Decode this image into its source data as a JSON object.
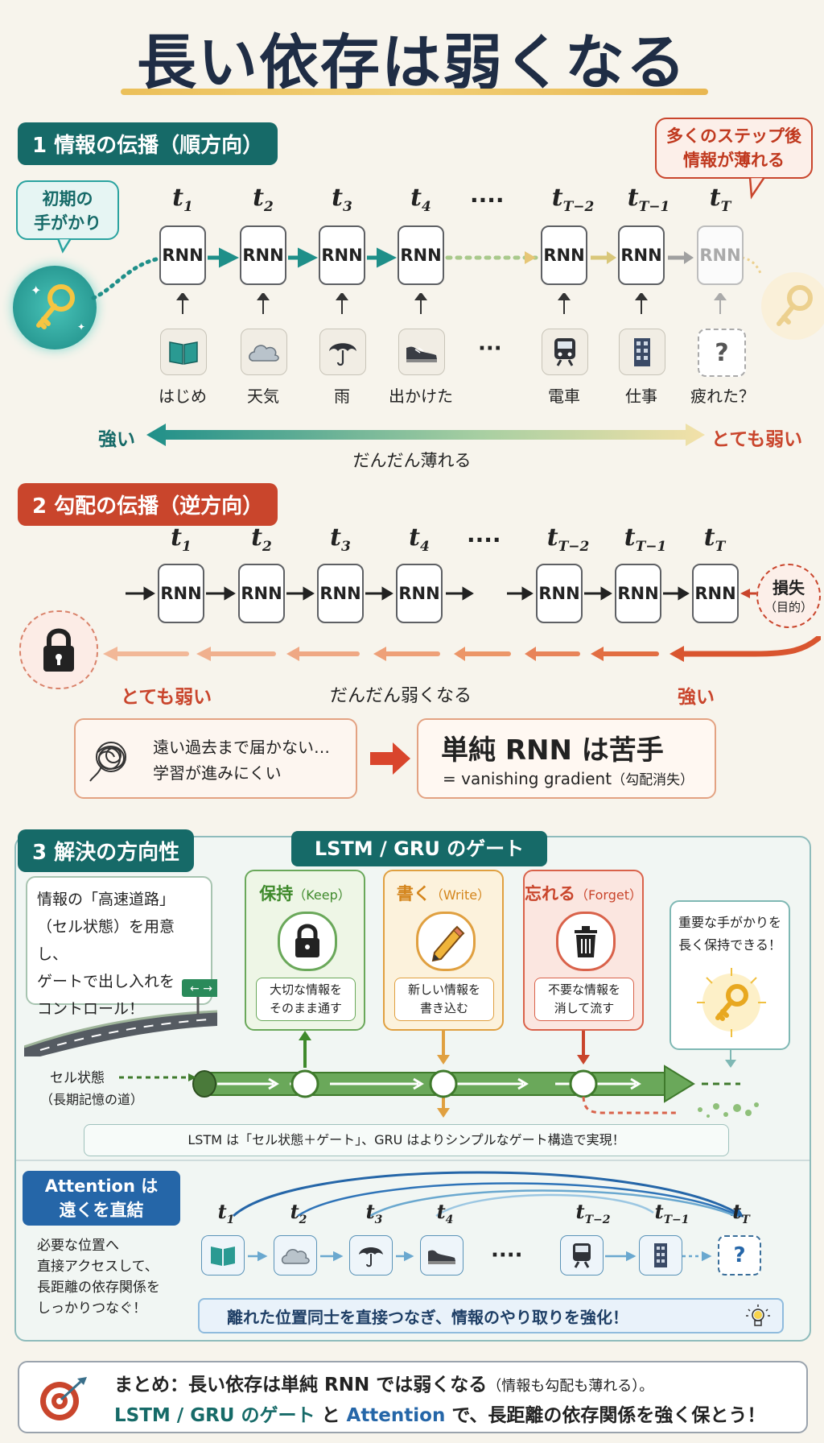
{
  "title": "長い依存は弱くなる",
  "section1": {
    "label": "1 情報の伝播（順方向）",
    "cue_bubble": [
      "初期の",
      "手がかり"
    ],
    "fade_bubble": [
      "多くのステップ後",
      "情報が薄れる"
    ],
    "times": [
      {
        "base": "t",
        "sub": "1"
      },
      {
        "base": "t",
        "sub": "2"
      },
      {
        "base": "t",
        "sub": "3"
      },
      {
        "base": "t",
        "sub": "4"
      },
      {
        "base": "t",
        "sub": "T−2"
      },
      {
        "base": "t",
        "sub": "T−1"
      },
      {
        "base": "t",
        "sub": "T"
      }
    ],
    "ellipsis": "····",
    "rnn_label": "RNN",
    "words": [
      "はじめ",
      "天気",
      "雨",
      "出かけた",
      "電車",
      "仕事",
      "疲れた？"
    ],
    "input_ellipsis": "···",
    "question_mark": "?",
    "strong": "強い",
    "weak": "とても弱い",
    "fade_caption": "だんだん薄れる"
  },
  "section2": {
    "label": "2 勾配の伝播（逆方向）",
    "times": [
      {
        "base": "t",
        "sub": "1"
      },
      {
        "base": "t",
        "sub": "2"
      },
      {
        "base": "t",
        "sub": "3"
      },
      {
        "base": "t",
        "sub": "4"
      },
      {
        "base": "t",
        "sub": "T−2"
      },
      {
        "base": "t",
        "sub": "T−1"
      },
      {
        "base": "t",
        "sub": "T"
      }
    ],
    "ellipsis": "····",
    "rnn_label": "RNN",
    "loss": "損失",
    "loss_sub": "（目的）",
    "weak": "とても弱い",
    "caption": "だんだん弱くなる",
    "strong": "強い",
    "problem_lines": [
      "遠い過去まで届かない…",
      "学習が進みにくい"
    ],
    "conclusion_main": "単純 RNN は苦手",
    "conclusion_sub": "= vanishing gradient",
    "conclusion_sub_paren": "（勾配消失）"
  },
  "section3": {
    "label": "3 解決の方向性",
    "gate_header": "LSTM / GRU のゲート",
    "highway_lines": [
      "情報の「高速道路」",
      "（セル状態）を用意し、",
      "ゲートで出し入れを",
      "コントロール！"
    ],
    "sign_text": "← →",
    "gates": [
      {
        "title": "保持",
        "en": "（Keep）",
        "desc": [
          "大切な情報を",
          "そのまま通す"
        ],
        "color": "#3f8a2c",
        "icon": "lock-icon"
      },
      {
        "title": "書く",
        "en": "（Write）",
        "desc": [
          "新しい情報を",
          "書き込む"
        ],
        "color": "#d4851c",
        "icon": "pencil-icon"
      },
      {
        "title": "忘れる",
        "en": "（Forget）",
        "desc": [
          "不要な情報を",
          "消して流す"
        ],
        "color": "#c9452c",
        "icon": "trash-icon"
      }
    ],
    "keep_box": [
      "重要な手がかりを",
      "長く保持できる！"
    ],
    "cell_label": "セル状態",
    "cell_sub": "（長期記憶の道）",
    "footnote": "LSTM は「セル状態＋ゲート」、GRU はよりシンプルなゲート構造で実現！"
  },
  "attention": {
    "badge": [
      "Attention は",
      "遠くを直結"
    ],
    "desc": [
      "必要な位置へ",
      "直接アクセスして、",
      "長距離の依存関係を",
      "しっかりつなぐ！"
    ],
    "times": [
      {
        "base": "t",
        "sub": "1"
      },
      {
        "base": "t",
        "sub": "2"
      },
      {
        "base": "t",
        "sub": "3"
      },
      {
        "base": "t",
        "sub": "4"
      },
      {
        "base": "t",
        "sub": "T−2"
      },
      {
        "base": "t",
        "sub": "T−1"
      },
      {
        "base": "t",
        "sub": "T"
      }
    ],
    "ellipsis": "····",
    "question_mark": "?",
    "banner": "離れた位置同士を直接つなぎ、情報のやり取りを強化！"
  },
  "summary": {
    "line1_main": "まとめ：長い依存は単純 RNN では弱くなる",
    "line1_paren": "（情報も勾配も薄れる）。",
    "line2_a": "LSTM / GRU のゲート",
    "line2_b": " と ",
    "line2_c": "Attention",
    "line2_d": " で、長距離の依存関係を強く保とう！"
  },
  "colors": {
    "teal": "#166a68",
    "red": "#c9452c",
    "navy": "#1f2d45",
    "blue": "#2566a8",
    "green": "#3f8a2c",
    "orange": "#d4851c"
  }
}
